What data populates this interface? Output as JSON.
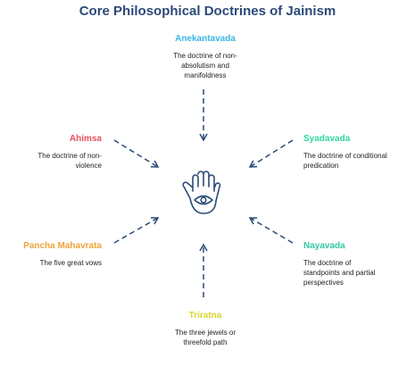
{
  "title": "Core Philosophical Doctrines of Jainism",
  "center_icon": "hamsa-eye-icon",
  "doctrines": [
    {
      "name": "Anekantavada",
      "color": "#3ab5e6",
      "desc": [
        "The doctrine of non-",
        "absolutism and",
        "manifoldness"
      ]
    },
    {
      "name": "Syadavada",
      "color": "#2fd6a3",
      "desc": [
        "The doctrine of conditional",
        "predication"
      ]
    },
    {
      "name": "Nayavada",
      "color": "#35c7a1",
      "desc": [
        "The doctrine of",
        "standpoints and partial",
        "perspectives"
      ]
    },
    {
      "name": "Triratna",
      "color": "#d9d52c",
      "desc": [
        "The three jewels or",
        "threefold path"
      ]
    },
    {
      "name": "Pancha Mahavrata",
      "color": "#f0a23a",
      "desc": [
        "The five great vows"
      ]
    },
    {
      "name": "Ahimsa",
      "color": "#e8505b",
      "desc": [
        "The doctrine of non-",
        "violence"
      ]
    }
  ]
}
